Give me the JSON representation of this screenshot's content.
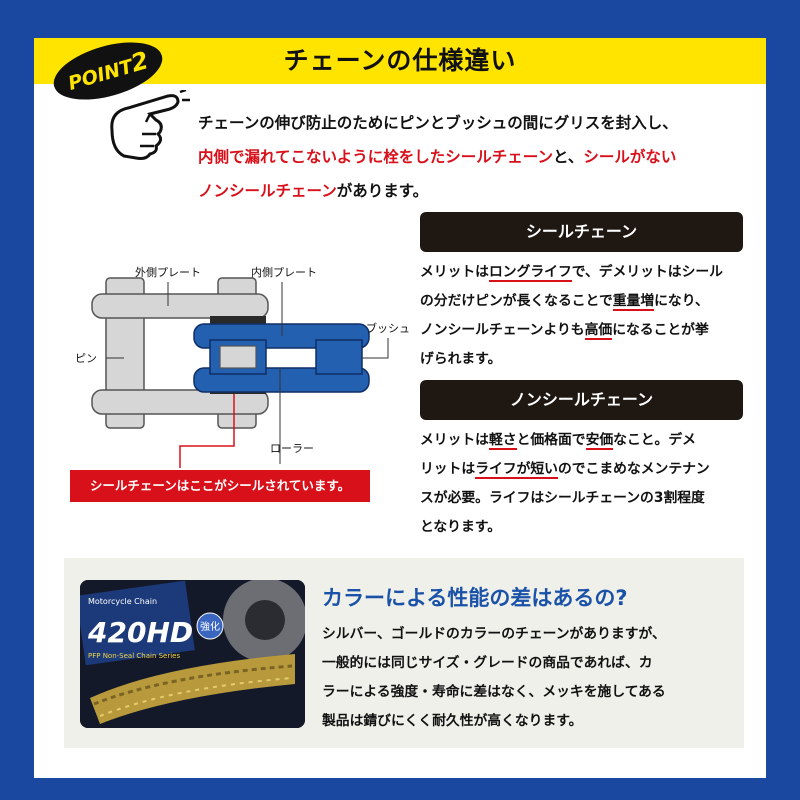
{
  "title": "チェーンの仕様違い",
  "badge": {
    "word": "POINT",
    "number": "2"
  },
  "intro": {
    "p1": "チェーンの伸び防止のためにピンとブッシュの間にグリスを封入し、",
    "p2a": "内側で漏れてこないように栓をしたシールチェーン",
    "p2b": "と、",
    "p2c": "シールがない",
    "p3a": "ノンシールチェーン",
    "p3b": "があります。"
  },
  "diagram": {
    "outer_plate": "外側プレート",
    "inner_plate": "内側プレート",
    "bush": "ブッシュ",
    "pin": "ピン",
    "roller": "ローラー",
    "callout": "シールチェーンはここがシールされています。"
  },
  "seal_panel": {
    "heading": "シールチェーン",
    "l1a": "メリットは",
    "l1b": "ロングライフ",
    "l1c": "で、デメリットはシール",
    "l2a": "の分だけピンが長くなることで",
    "l2b": "重量増",
    "l2c": "になり、",
    "l3a": "ノンシールチェーンよりも",
    "l3b": "高価",
    "l3c": "になることが挙",
    "l4": "げられます。"
  },
  "nonseal_panel": {
    "heading": "ノンシールチェーン",
    "l1a": "メリットは",
    "l1b": "軽さ",
    "l1c": "と価格面で",
    "l1d": "安価",
    "l1e": "なこと。デメ",
    "l2a": "リットは",
    "l2b": "ライフが短い",
    "l2c": "のでこまめなメンテナン",
    "l3": "スが必要。ライフはシールチェーンの3割程度",
    "l4": "となります。"
  },
  "color_section": {
    "question": "カラーによる性能の差はあるの?",
    "l1": "シルバー、ゴールドのカラーのチェーンがありますが、",
    "l2": "一般的には同じサイズ・グレードの商品であれば、カ",
    "l3": "ラーによる強度・寿命に差はなく、メッキを施してある",
    "l4": "製品は錆びにくく耐久性が高くなります。"
  },
  "photo": {
    "model": "420HD",
    "subtitle": "PFP Non-Seal Chain Series",
    "tag": "強化",
    "brand": "Motorcycle Chain"
  },
  "colors": {
    "frame": "#1a47a0",
    "title_band": "#ffe400",
    "accent_red": "#d8101a",
    "accent_blue": "#1a52a8",
    "panel_dark": "#1f1712"
  }
}
